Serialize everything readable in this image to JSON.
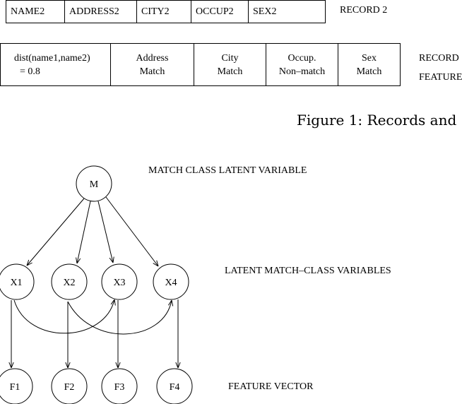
{
  "record2": {
    "cells": [
      "NAME2",
      "ADDRESS2",
      "CITY2",
      "OCCUP2",
      "SEX2"
    ],
    "label": "RECORD  2"
  },
  "feature_row": {
    "dist_line1": "dist(name1,name2)",
    "dist_line2": "= 0.8",
    "cells": [
      {
        "line1": "Address",
        "line2": "Match"
      },
      {
        "line1": "City",
        "line2": "Match"
      },
      {
        "line1": "Occup.",
        "line2": "Non–match"
      },
      {
        "line1": "Sex",
        "line2": "Match"
      }
    ],
    "side_label_1": "RECORD",
    "side_label_2": "FEATURE"
  },
  "caption": "Figure 1:  Records and",
  "diagram": {
    "root": "M",
    "latent": [
      "X1",
      "X2",
      "X3",
      "X4"
    ],
    "features": [
      "F1",
      "F2",
      "F3",
      "F4"
    ],
    "label_match_class": "MATCH CLASS  LATENT VARIABLE",
    "label_latent": "LATENT MATCH–CLASS VARIABLES",
    "label_feature": "FEATURE VECTOR"
  }
}
